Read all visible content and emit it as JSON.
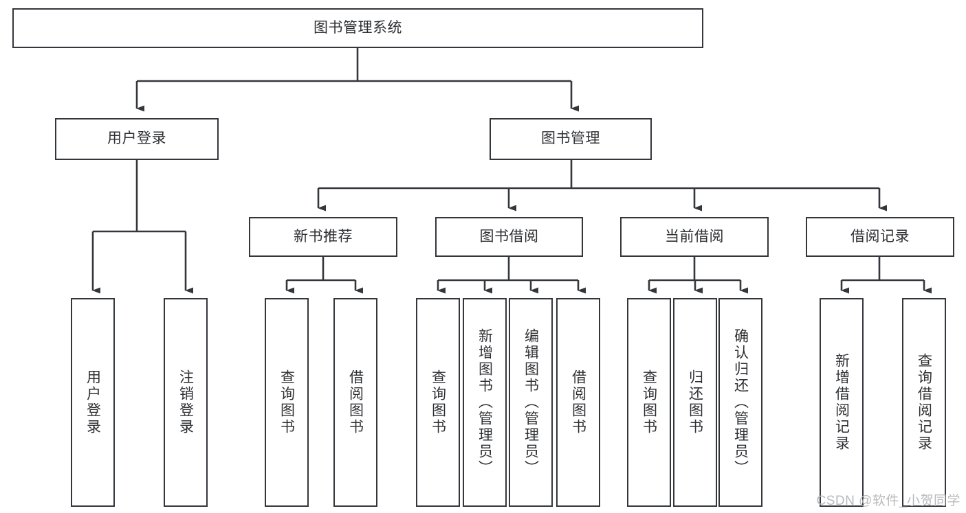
{
  "diagram": {
    "type": "tree",
    "title": "图书管理系统",
    "colors": {
      "background": "#ffffff",
      "node_border": "#33363b",
      "node_fill": "#ffffff",
      "text": "#2f3033",
      "connector": "#33363b",
      "watermark": "#b9babc"
    },
    "root": {
      "label": "图书管理系统"
    },
    "level2": [
      {
        "label": "用户登录"
      },
      {
        "label": "图书管理"
      }
    ],
    "level3": [
      {
        "label": "新书推荐"
      },
      {
        "label": "图书借阅"
      },
      {
        "label": "当前借阅"
      },
      {
        "label": "借阅记录"
      }
    ],
    "leaves": {
      "user_login": [
        {
          "label": "用户登录"
        },
        {
          "label": "注销登录"
        }
      ],
      "new_book": [
        {
          "label": "查询图书"
        },
        {
          "label": "借阅图书"
        }
      ],
      "borrow_book": [
        {
          "label": "查询图书"
        },
        {
          "label": "新增图书（管理员）"
        },
        {
          "label": "编辑图书（管理员）"
        },
        {
          "label": "借阅图书"
        }
      ],
      "current_borrow": [
        {
          "label": "查询图书"
        },
        {
          "label": "归还图书"
        },
        {
          "label": "确认归还（管理员）"
        }
      ],
      "borrow_record": [
        {
          "label": "新增借阅记录"
        },
        {
          "label": "查询借阅记录"
        }
      ]
    },
    "watermark": "CSDN @软件_小贺同学"
  }
}
